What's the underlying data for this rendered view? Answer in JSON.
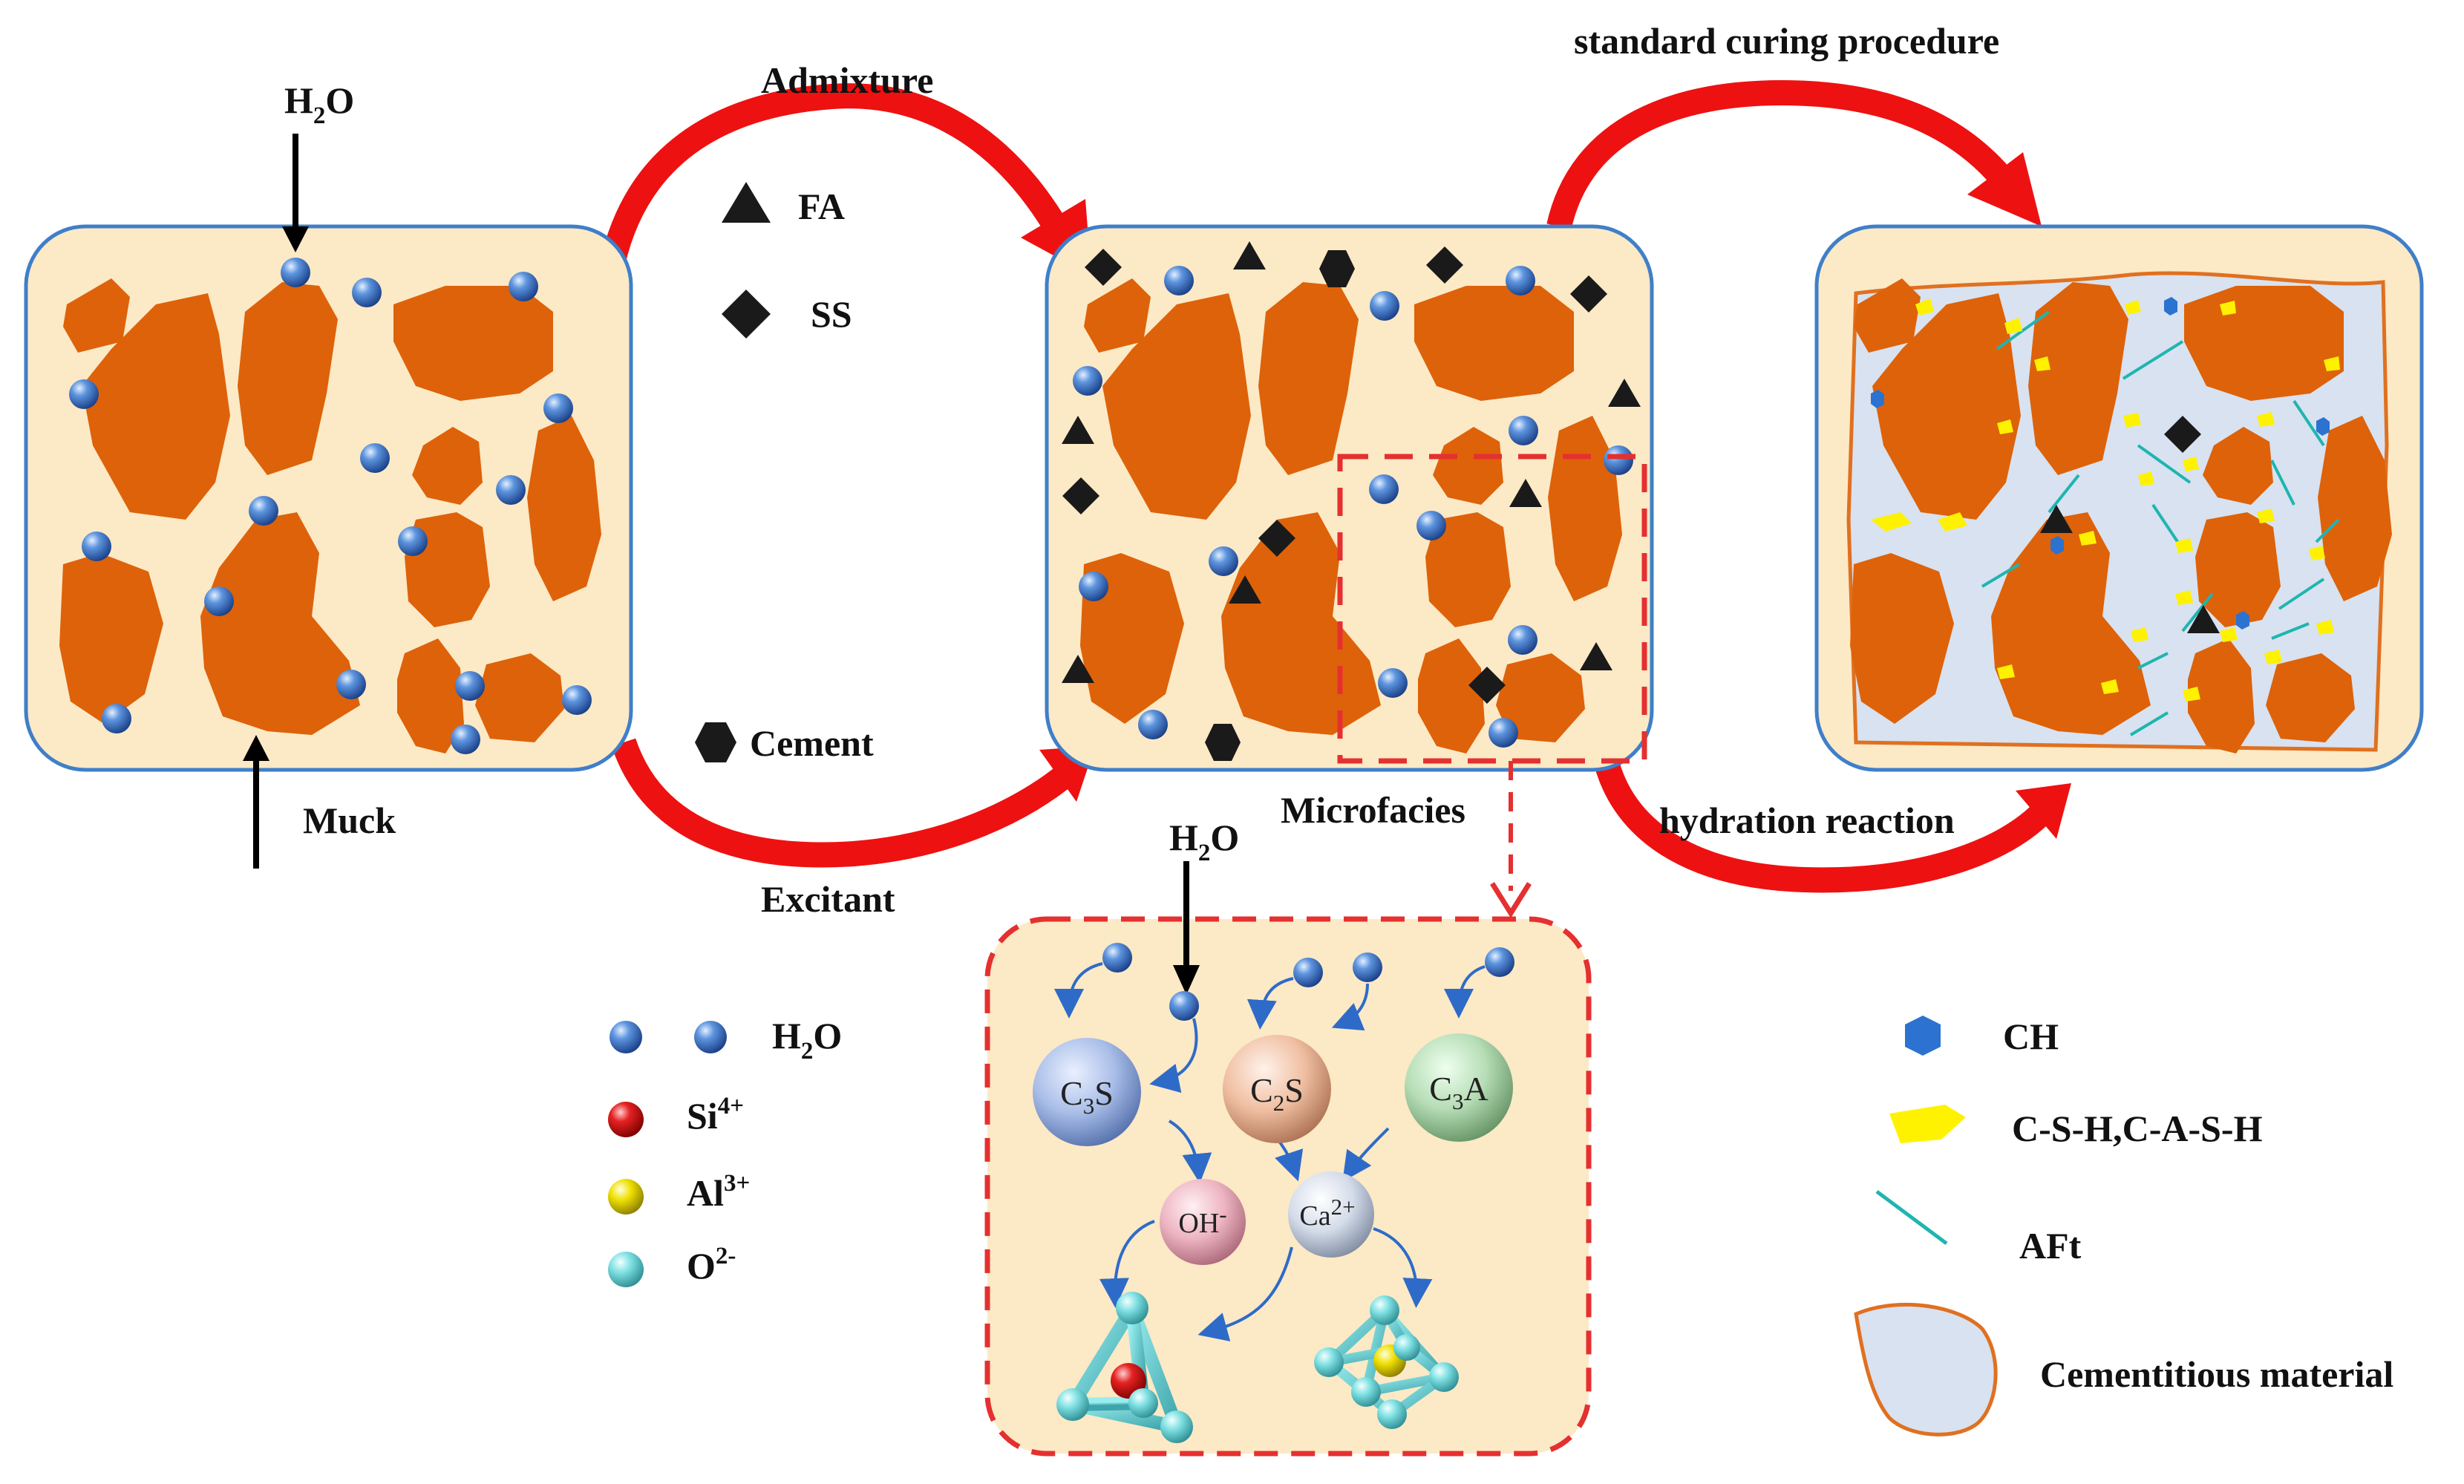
{
  "colors": {
    "panel_fill": "#FCE9C6",
    "panel_stroke": "#3F7FC9",
    "rock": "#DE6209",
    "cementitious_fill": "#D8E2F0",
    "cementitious_stroke": "#E07020",
    "arrow_red": "#EE1111",
    "dash_red": "#E53030",
    "water_blue": "#2E6BC8",
    "ch_blue": "#2C72D0",
    "csh_yellow": "#FFF200",
    "aft_teal": "#1FB5B0",
    "si_red": "#D81E1E",
    "al_yellow": "#E8D800",
    "o_cyan": "#6ED9DD"
  },
  "labels": {
    "h2o_top": {
      "main": "H",
      "sub": "2",
      "tail": "O"
    },
    "muck": "Muck",
    "admixture": "Admixture",
    "fa": "FA",
    "ss": "SS",
    "cement": "Cement",
    "excitant": "Excitant",
    "standard_curing": "standard curing procedure",
    "microfacies": "Microfacies",
    "hydration_reaction": "hydration reaction",
    "h2o_mid": {
      "main": "H",
      "sub": "2",
      "tail": "O"
    }
  },
  "reaction": {
    "c3s": {
      "a": "C",
      "sub": "3",
      "b": "S"
    },
    "c2s": {
      "a": "C",
      "sub": "2",
      "b": "S"
    },
    "c3a": {
      "a": "C",
      "sub": "3",
      "b": "A"
    },
    "oh": {
      "a": "OH",
      "sup": "-"
    },
    "ca": {
      "a": "Ca",
      "sup": "2+"
    }
  },
  "legend_left": {
    "h2o": {
      "main": "H",
      "sub": "2",
      "tail": "O"
    },
    "si": {
      "main": "Si",
      "sup": "4+"
    },
    "al": {
      "main": "Al",
      "sup": "3+"
    },
    "o": {
      "main": "O",
      "sup": "2-"
    }
  },
  "legend_right": {
    "ch": "CH",
    "csh": "C-S-H,C-A-S-H",
    "aft": "AFt",
    "cementitious": "Cementitious material"
  }
}
